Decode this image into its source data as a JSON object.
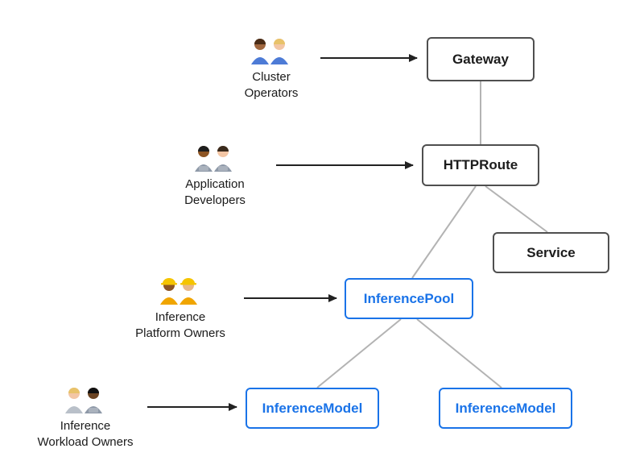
{
  "diagram": {
    "personas": [
      {
        "name": "Cluster Operators",
        "line1": "Cluster",
        "line2": "Operators",
        "icon": "mechanics-icon",
        "emoji": "👨🏽‍🔧👩🏼‍🔧",
        "target": "Gateway"
      },
      {
        "name": "Application Developers",
        "line1": "Application",
        "line2": "Developers",
        "icon": "developers-icon",
        "emoji": "👨🏾‍💻👩🏻‍💻",
        "target": "HTTPRoute"
      },
      {
        "name": "Inference Platform Owners",
        "line1": "Inference",
        "line2": "Platform Owners",
        "icon": "construction-workers-icon",
        "emoji": "👷🏾‍♀️👷🏼",
        "target": "InferencePool"
      },
      {
        "name": "Inference Workload Owners",
        "line1": "Inference",
        "line2": "Workload Owners",
        "icon": "workload-owners-icon",
        "emoji": "👩🏼‍💻👨🏿‍💻",
        "target": "InferenceModel"
      }
    ],
    "nodes": [
      {
        "label": "Gateway",
        "style": "dark"
      },
      {
        "label": "HTTPRoute",
        "style": "dark"
      },
      {
        "label": "Service",
        "style": "dark"
      },
      {
        "label": "InferencePool",
        "style": "blue"
      },
      {
        "label": "InferenceModel",
        "style": "blue"
      },
      {
        "label": "InferenceModel",
        "style": "blue"
      }
    ],
    "edges": [
      {
        "from": "Gateway",
        "to": "HTTPRoute"
      },
      {
        "from": "HTTPRoute",
        "to": "Service"
      },
      {
        "from": "HTTPRoute",
        "to": "InferencePool"
      },
      {
        "from": "InferencePool",
        "to": "InferenceModel-left"
      },
      {
        "from": "InferencePool",
        "to": "InferenceModel-right"
      }
    ],
    "colors": {
      "node_border_dark": "#4f4f4f",
      "node_text_dark": "#1c1c1c",
      "inference_blue": "#1a73e8",
      "connector_gray": "#b3b3b3",
      "arrow_black": "#222222",
      "background": "#ffffff"
    }
  }
}
